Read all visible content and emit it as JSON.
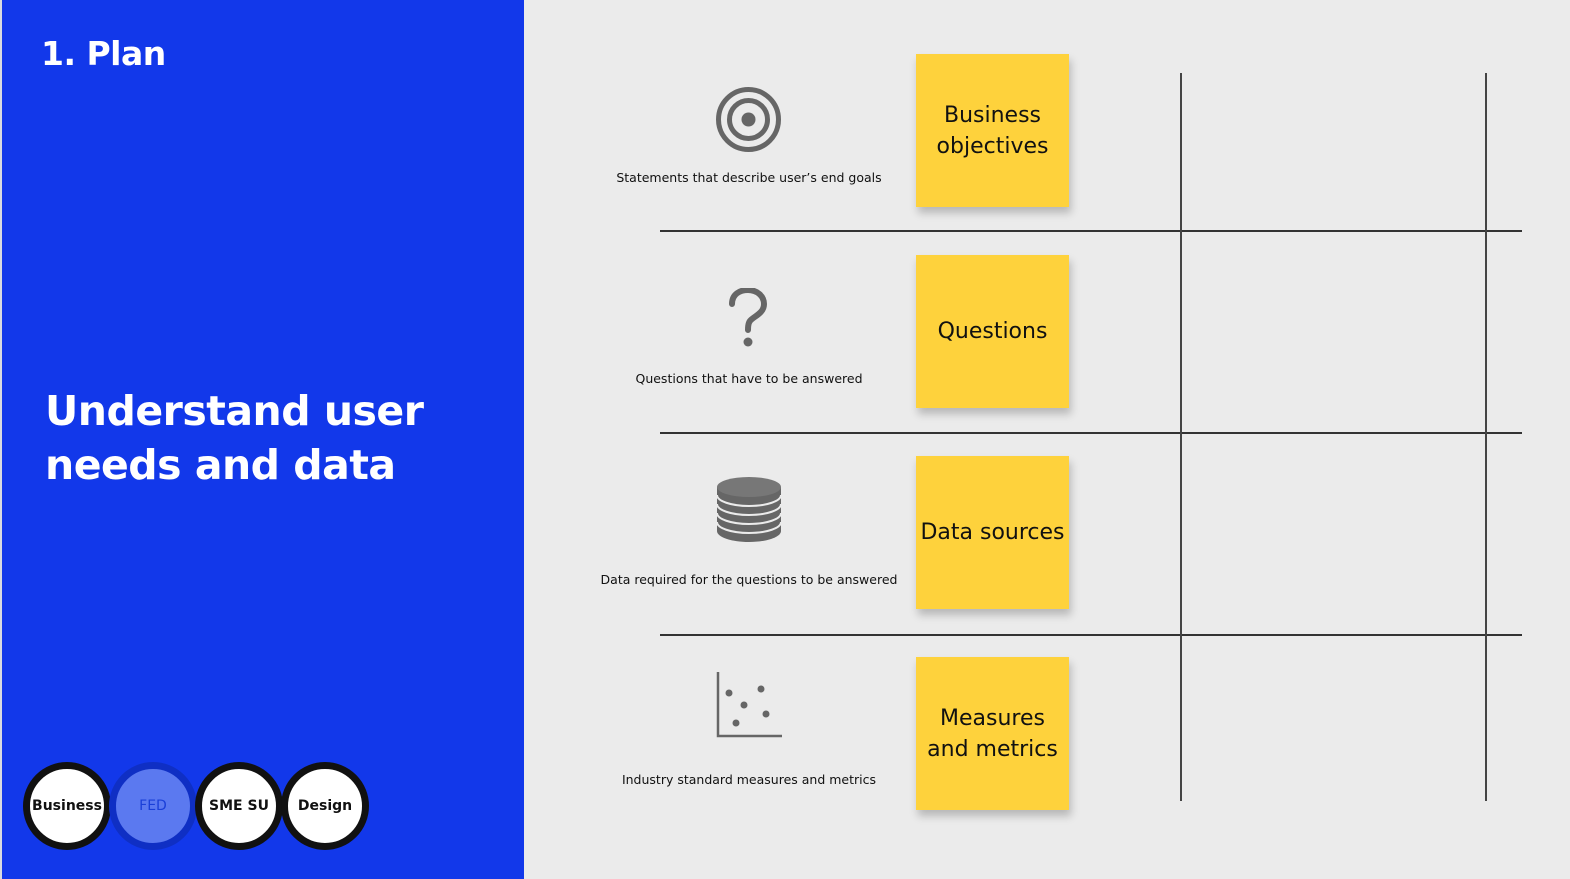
{
  "left": {
    "step_title": "1. Plan",
    "headline": "Understand user needs and data",
    "roles": [
      "Business",
      "FED",
      "SME SU",
      "Design"
    ]
  },
  "rows": [
    {
      "icon": "target-icon",
      "caption": "Statements that describe user’s end goals",
      "sticky": "Business objectives"
    },
    {
      "icon": "question-mark-icon",
      "caption": "Questions that have to be answered",
      "sticky": "Questions"
    },
    {
      "icon": "database-icon",
      "caption": "Data required for the questions to be answered",
      "sticky": "Data sources"
    },
    {
      "icon": "scatter-plot-icon",
      "caption": "Industry standard measures and  metrics",
      "sticky": "Measures and metrics"
    }
  ],
  "colors": {
    "panel_blue": "#1238ea",
    "sticky_yellow": "#fed23c",
    "canvas_gray": "#ebebeb",
    "icon_gray": "#666666"
  }
}
